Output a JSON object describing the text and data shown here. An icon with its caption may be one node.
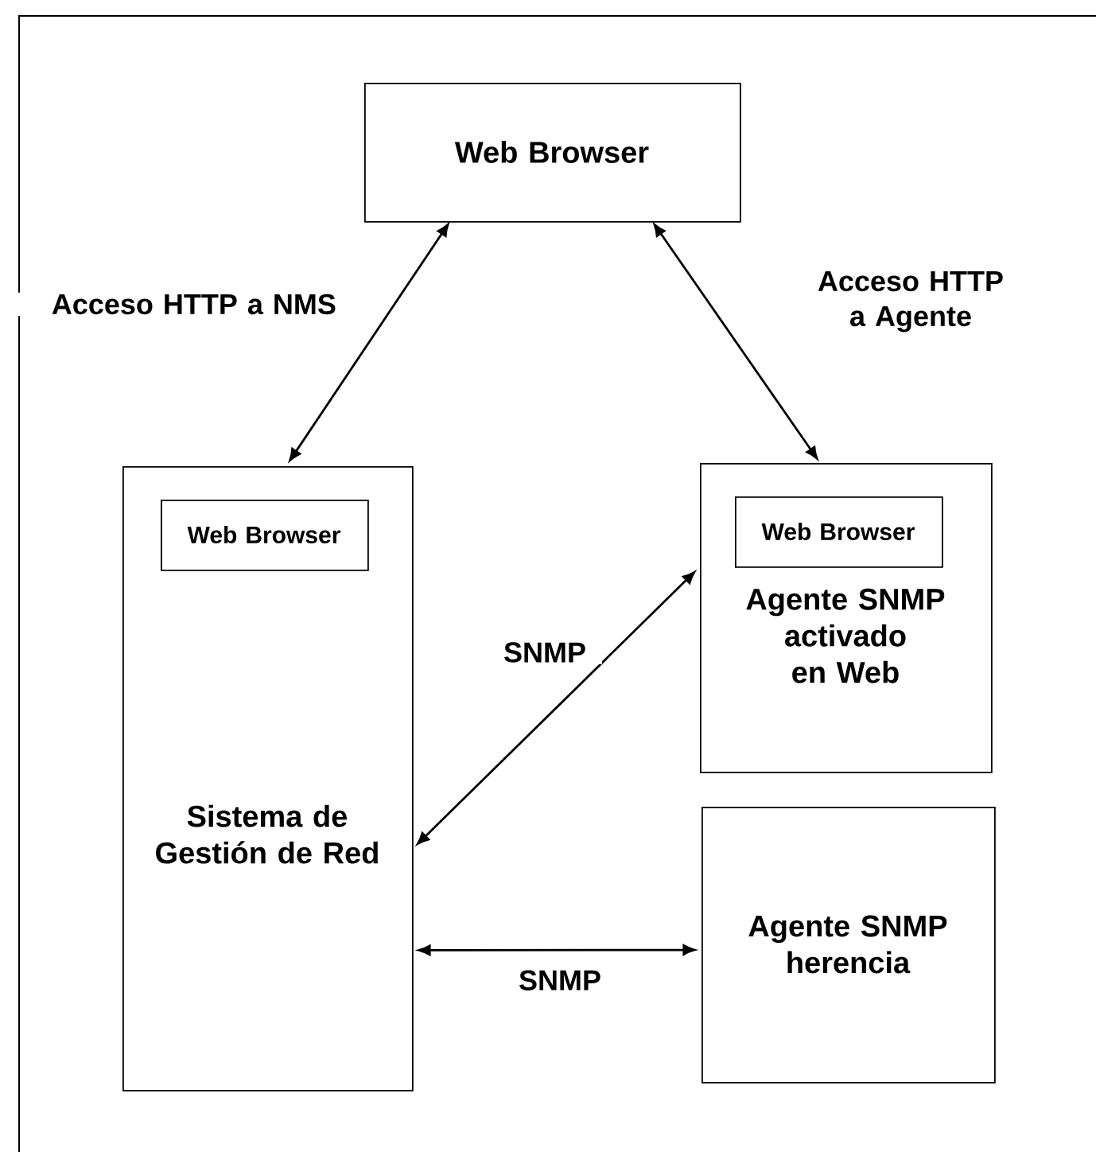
{
  "diagram": {
    "nodes": [
      {
        "text": [
          "Web Browser"
        ]
      },
      {
        "text": [
          "Sistema de Gestión de Red"
        ]
      },
      {
        "text": [
          "Web Browser"
        ],
        "in": 1
      },
      {
        "text": [
          "Agente SNMP activado en Web"
        ]
      },
      {
        "text": [
          "Web Browser"
        ],
        "in": 3
      },
      {
        "text": [
          "Agente SNMP herencia"
        ]
      }
    ],
    "edges": [
      {
        "from": 0,
        "to": 1,
        "arrow": "both",
        "label": "Acceso HTTP a NMS"
      },
      {
        "from": 0,
        "to": 3,
        "arrow": "both",
        "label": "Acceso HTTP a Agente"
      },
      {
        "from": 1,
        "to": 3,
        "arrow": "both",
        "label": "SNMP"
      },
      {
        "from": 1,
        "to": 5,
        "arrow": "both",
        "label": "SNMP"
      }
    ]
  }
}
